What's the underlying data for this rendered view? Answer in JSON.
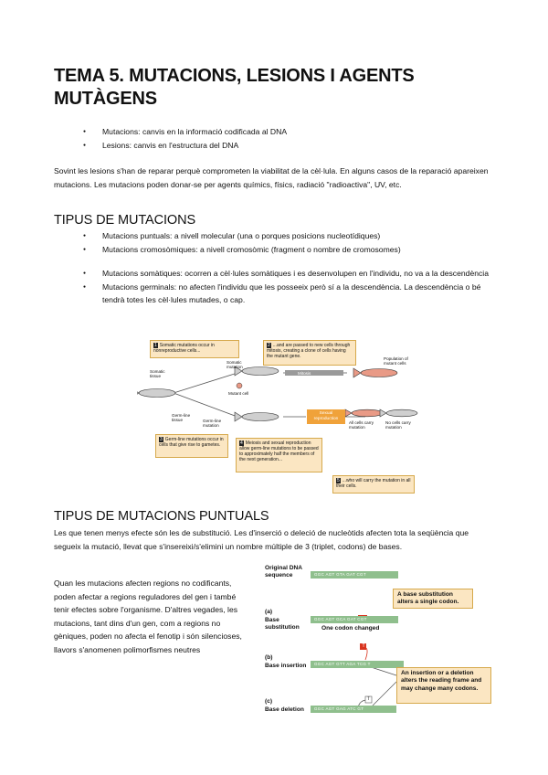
{
  "title": "TEMA 5. MUTACIONS, LESIONS I AGENTS MUTÀGENS",
  "intro_bullets": [
    "Mutacions: canvis en la informació codificada al DNA",
    "Lesions: canvis en l'estructura del DNA"
  ],
  "intro_paragraph": "Sovint les lesions s'han de reparar perquè comprometen la viabilitat de la cèl·lula. En alguns casos de la reparació apareixen mutacions. Les mutacions poden donar-se per agents químics, físics, radiació \"radioactiva\", UV, etc.",
  "section1": {
    "heading": "TIPUS DE MUTACIONS",
    "bullets_a": [
      "Mutacions puntuals: a nivell molecular (una o porques posicions nucleotídiques)",
      "Mutacions cromosòmiques: a nivell cromosòmic (fragment o nombre de cromosomes)"
    ],
    "bullets_b": [
      "Mutacions somàtiques: ocorren a cèl·lules somàtiques i es desenvolupen en l'individu, no va a la descendència",
      "Mutacions germinals: no afecten l'individu que les posseeix però sí a la descendència. La descendència o bé tendrà totes les cèl·lules mutades, o cap."
    ]
  },
  "figure1": {
    "box1": "Somatic mutations occur in nonreproductive cells...",
    "box1_num": "1",
    "box2": "...and are passed to new cells through mitosis, creating a clone of cells having the mutant gene.",
    "box2_num": "2",
    "box3": "Germ-line mutations occur in cells that give rise to gametes.",
    "box3_num": "3",
    "box4": "Meiosis and sexual reproduction allow germ-line mutations to be passed to approximately half the members of the next generation...",
    "box4_num": "4",
    "box5": "...who will carry the mutation in all their cells.",
    "box5_num": "5",
    "somatic_tissue": "Somatic tissue",
    "somatic_mutation": "Somatic mutation",
    "mutant_cell": "Mutant cell",
    "mitosis": "Mitosis",
    "population": "Population of mutant cells",
    "germline_tissue": "Germ-line tissue",
    "germline_mutation": "Germ-line mutation",
    "sexual_reproduction": "Sexual reproduction",
    "all_cells": "All cells carry mutation",
    "no_cells": "No cells carry mutation"
  },
  "section2": {
    "heading": "TIPUS DE MUTACIONS PUNTUALS",
    "paragraph": "Les que tenen menys efecte són les de substitució. Les d'inserció o deleció de nucleòtids afecten tota la seqüència que segueix la mutació, llevat que s'insereixi/s'elimini un nombre múltiple de 3 (triplet, codons) de bases.",
    "side_paragraph": "Quan les mutacions afecten regions no codificants, poden afectar a regions reguladores del gen i també tenir efectes sobre l'organisme. D'altres vegades, les mutacions, tant dins d'un gen, com a regions no gèniques, poden no afecta el fenotip i són silencioses, llavors s'anomenen polimorfismes neutres"
  },
  "figure2": {
    "original_label": "Original DNA sequence",
    "original_seq": "GGC  AGT  GTA  GAT  CGT",
    "a_letter": "(a)",
    "a_label": "Base substitution",
    "a_seq": "GGC  AGT  GCA  GAT  CGT",
    "a_note": "One codon changed",
    "callout_a": "A base substitution alters a single codon.",
    "b_letter": "(b)",
    "b_label": "Base insertion",
    "b_seq": "GGC  AGT  GTT  AGA  TCG  T",
    "b_inserted": "T",
    "c_letter": "(c)",
    "c_label": "Base deletion",
    "c_seq": "GGC  AGT  GAG  ATC  GT",
    "c_deleted": "T",
    "callout_bc": "An insertion or a deletion alters the reading frame and may change many codons.",
    "colors": {
      "dna": "#8fbf8d",
      "callout": "#fbe6c2",
      "mark": "#d9341f"
    }
  }
}
